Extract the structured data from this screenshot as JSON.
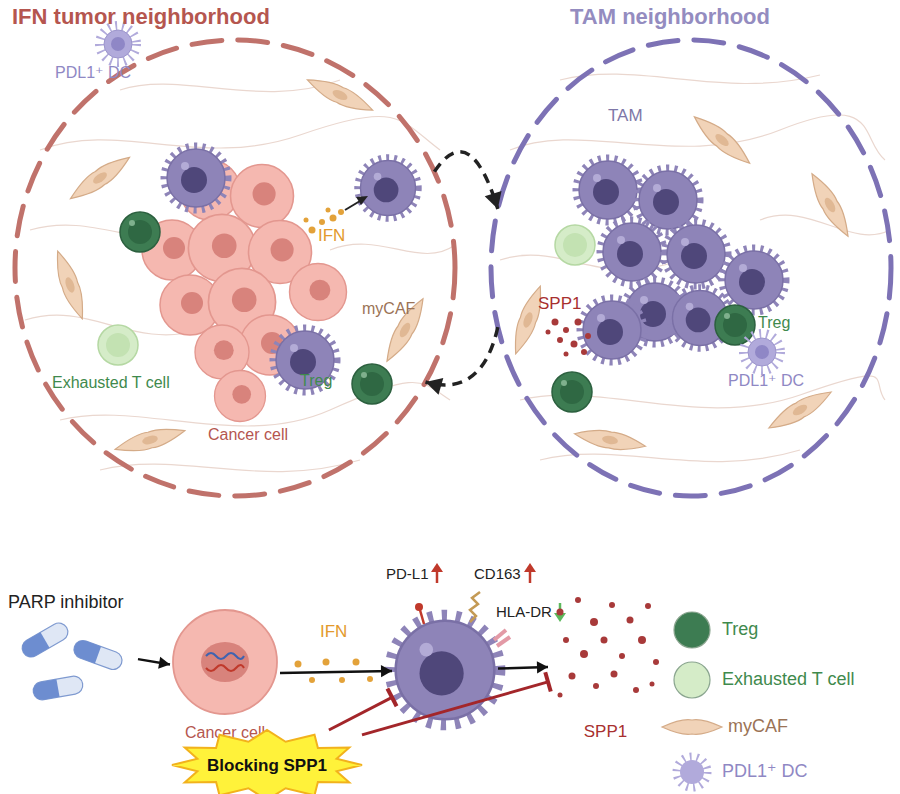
{
  "diagram": {
    "nodes": [
      {
        "text": [
          "IFN tumor neighborhood"
        ]
      },
      {
        "text": [
          "TAM neighborhood"
        ]
      },
      {
        "text": [
          "PARP inhibitor"
        ]
      },
      {
        "text": [
          "Cancer cell"
        ]
      },
      {
        "text": [
          "PD-L1",
          "CD163",
          "HLA-DR"
        ]
      },
      {
        "text": [
          "SPP1"
        ]
      },
      {
        "text": [
          "Blocking SPP1"
        ]
      }
    ],
    "edges": [
      {
        "from": 0,
        "to": 1,
        "arrow": "to"
      },
      {
        "from": 1,
        "to": 0,
        "arrow": "to"
      },
      {
        "from": 2,
        "to": 3,
        "arrow": "to"
      },
      {
        "from": 3,
        "to": 4,
        "label": "IFN",
        "arrow": "to"
      },
      {
        "from": 4,
        "to": 5,
        "arrow": "to"
      },
      {
        "from": 6,
        "to": 4,
        "arrow": "to"
      },
      {
        "from": 6,
        "to": 5,
        "arrow": "to"
      }
    ],
    "labels": [
      "PDL1⁺ DC",
      "IFN",
      "myCAF",
      "Exhausted T cell",
      "Treg",
      "Cancer cell",
      "TAM",
      "SPP1",
      "Treg",
      "PDL1⁺ DC"
    ],
    "legend": [
      {
        "text": "Treg",
        "color": "#3d7c52"
      },
      {
        "text": "Exhausted T cell",
        "color": "#d5ecc8"
      },
      {
        "text": "myCAF",
        "color": "#f1d3b8"
      },
      {
        "text": "PDL1⁺ DC",
        "color": "#b1aadb"
      }
    ]
  }
}
